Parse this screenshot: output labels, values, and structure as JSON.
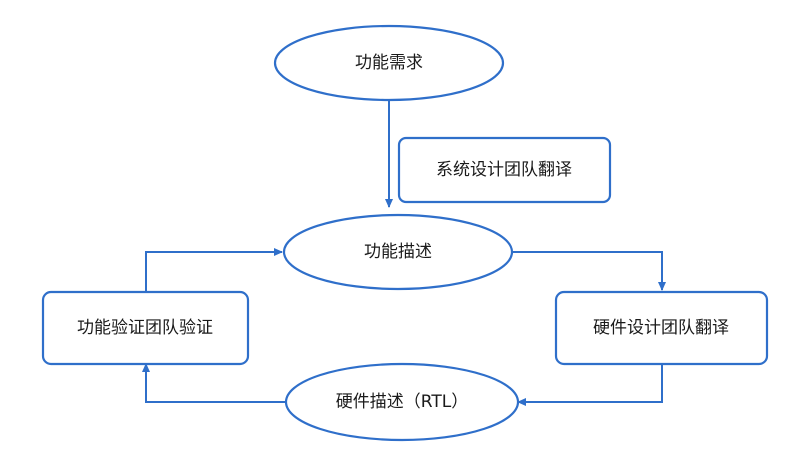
{
  "diagram": {
    "colors": {
      "stroke": "#2f6fca",
      "fill": "#ffffff",
      "text": "#1a1a1a"
    },
    "nodes": {
      "functional_requirements": "功能需求",
      "system_design_team": "系统设计团队翻译",
      "functional_description": "功能描述",
      "hardware_design_team": "硬件设计团队翻译",
      "verification_team": "功能验证团队验证",
      "hardware_description": "硬件描述（RTL）"
    }
  }
}
